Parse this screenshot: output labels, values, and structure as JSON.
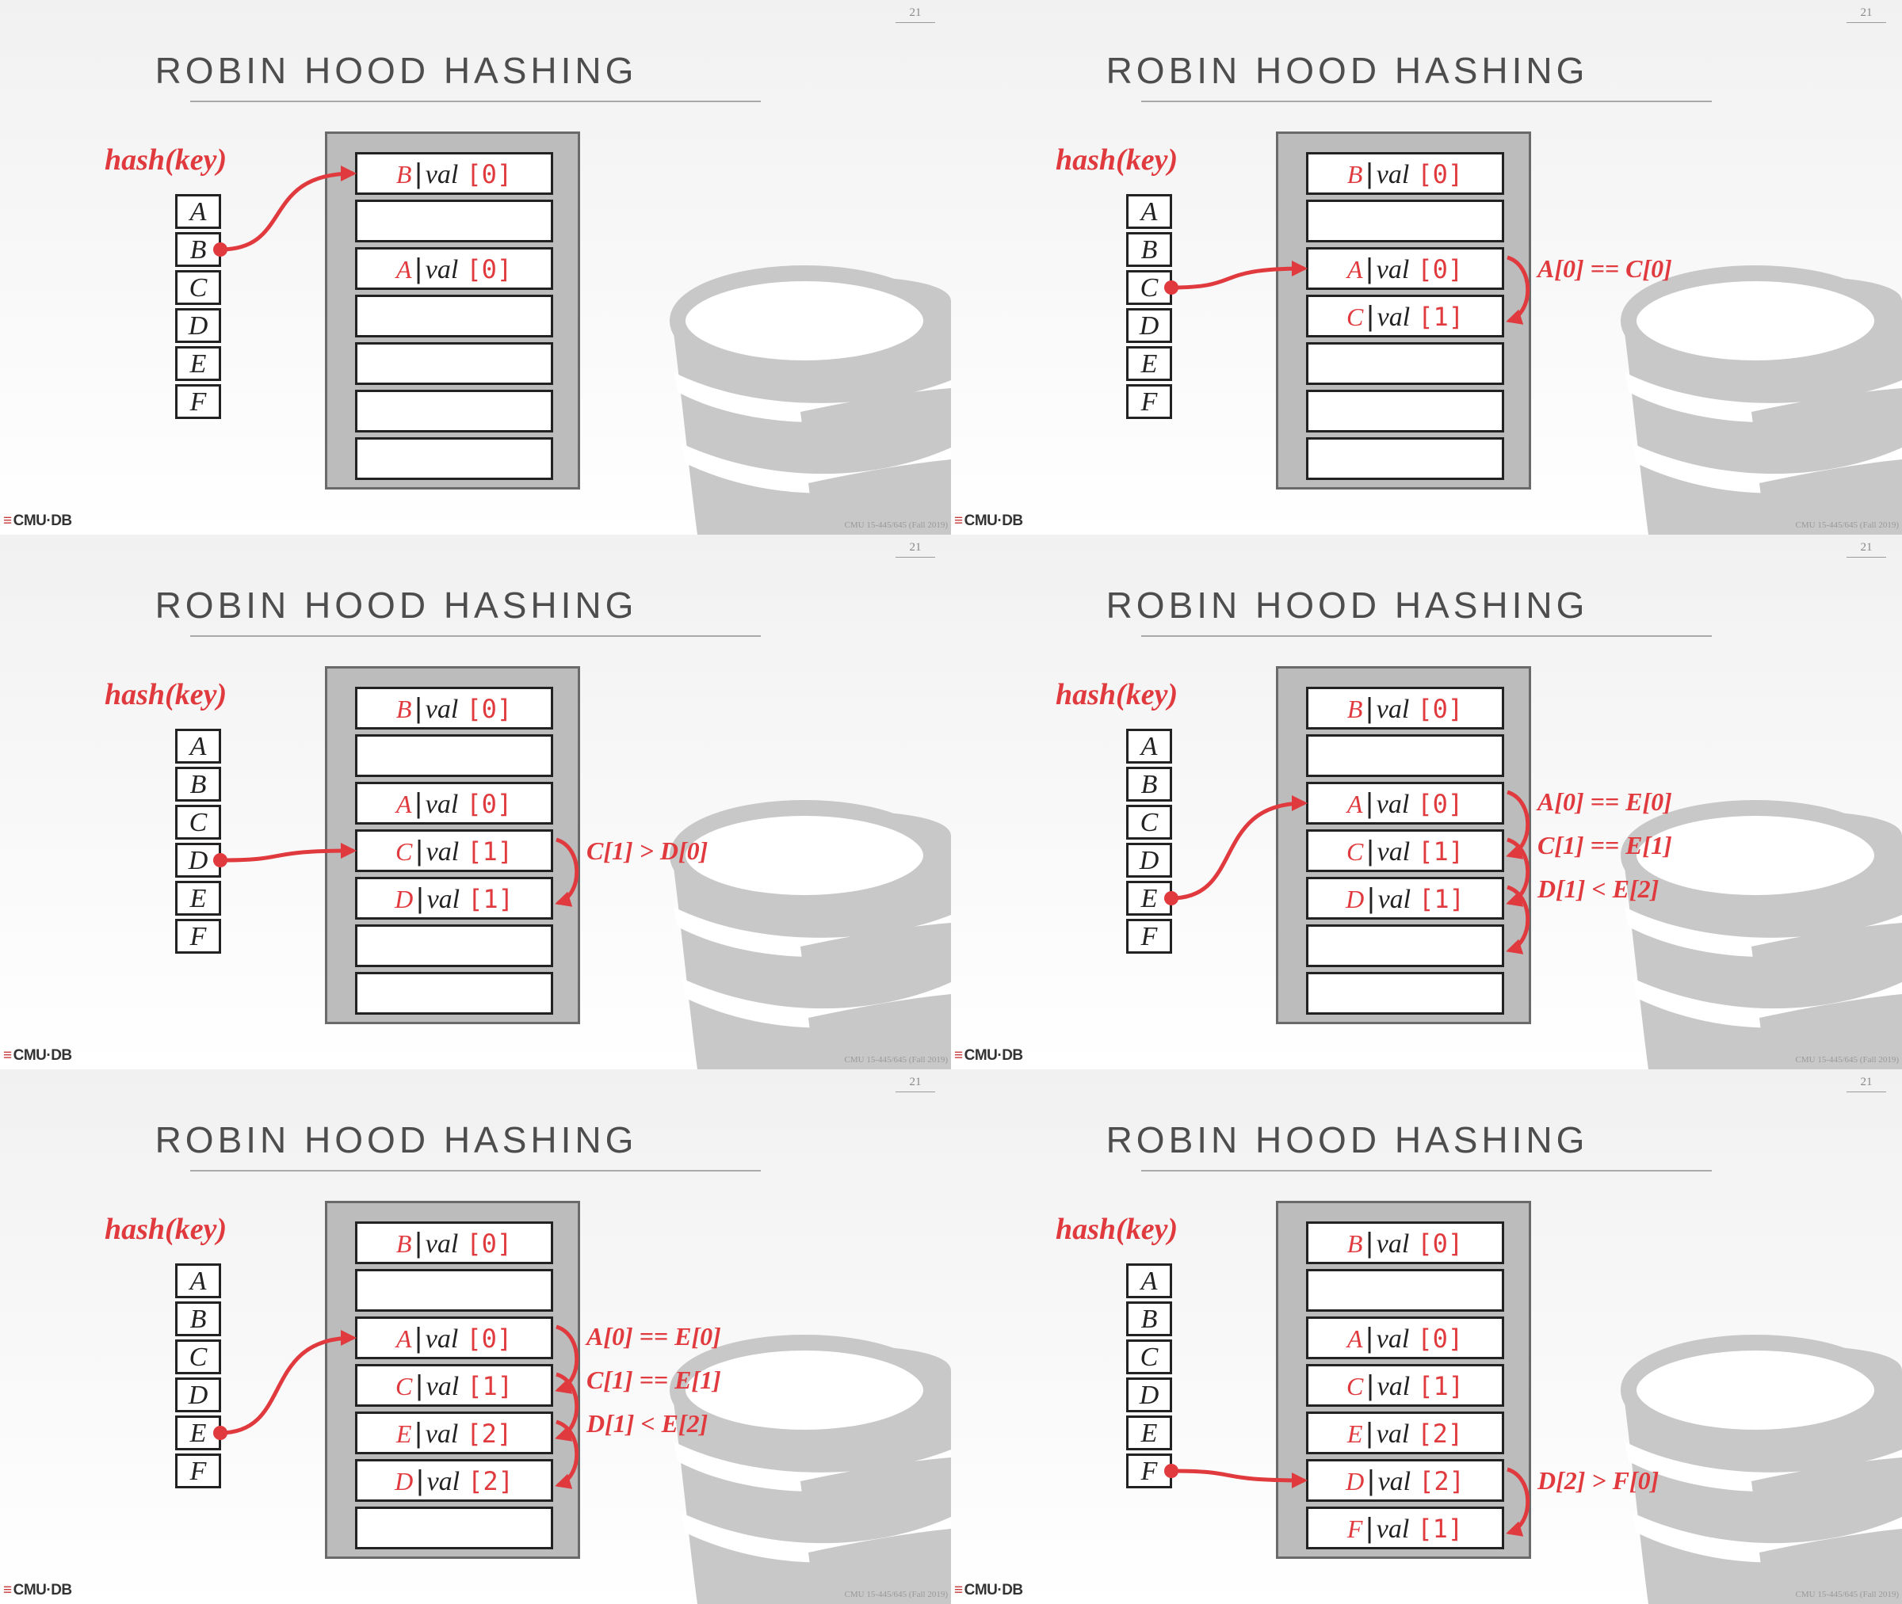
{
  "slides": [
    {
      "page_number": "21",
      "title": "ROBIN HOOD HASHING",
      "hash_label": "hash(key)",
      "keys": [
        "A",
        "B",
        "C",
        "D",
        "E",
        "F"
      ],
      "slots": [
        {
          "key": "B",
          "val": "val",
          "idx": "[0]"
        },
        null,
        {
          "key": "A",
          "val": "val",
          "idx": "[0]"
        },
        null,
        null,
        null,
        null
      ],
      "source_key": 1,
      "target_slot": 0,
      "comparisons": [],
      "logo": "CMU·DB",
      "footer": "CMU 15-445/645 (Fall 2019)"
    },
    {
      "page_number": "21",
      "title": "ROBIN HOOD HASHING",
      "hash_label": "hash(key)",
      "keys": [
        "A",
        "B",
        "C",
        "D",
        "E",
        "F"
      ],
      "slots": [
        {
          "key": "B",
          "val": "val",
          "idx": "[0]"
        },
        null,
        {
          "key": "A",
          "val": "val",
          "idx": "[0]"
        },
        {
          "key": "C",
          "val": "val",
          "idx": "[1]"
        },
        null,
        null,
        null
      ],
      "source_key": 2,
      "target_slot": 2,
      "comparisons": [
        {
          "text": "A[0] == C[0]",
          "from_slot": 2
        }
      ],
      "logo": "CMU·DB",
      "footer": "CMU 15-445/645 (Fall 2019)"
    },
    {
      "page_number": "21",
      "title": "ROBIN HOOD HASHING",
      "hash_label": "hash(key)",
      "keys": [
        "A",
        "B",
        "C",
        "D",
        "E",
        "F"
      ],
      "slots": [
        {
          "key": "B",
          "val": "val",
          "idx": "[0]"
        },
        null,
        {
          "key": "A",
          "val": "val",
          "idx": "[0]"
        },
        {
          "key": "C",
          "val": "val",
          "idx": "[1]"
        },
        {
          "key": "D",
          "val": "val",
          "idx": "[1]"
        },
        null,
        null
      ],
      "source_key": 3,
      "target_slot": 3,
      "comparisons": [
        {
          "text": "C[1] > D[0]",
          "from_slot": 3
        }
      ],
      "logo": "CMU·DB",
      "footer": "CMU 15-445/645 (Fall 2019)"
    },
    {
      "page_number": "21",
      "title": "ROBIN HOOD HASHING",
      "hash_label": "hash(key)",
      "keys": [
        "A",
        "B",
        "C",
        "D",
        "E",
        "F"
      ],
      "slots": [
        {
          "key": "B",
          "val": "val",
          "idx": "[0]"
        },
        null,
        {
          "key": "A",
          "val": "val",
          "idx": "[0]"
        },
        {
          "key": "C",
          "val": "val",
          "idx": "[1]"
        },
        {
          "key": "D",
          "val": "val",
          "idx": "[1]"
        },
        null,
        null
      ],
      "source_key": 4,
      "target_slot": 2,
      "comparisons": [
        {
          "text": "A[0] == E[0]",
          "from_slot": 2
        },
        {
          "text": "C[1] == E[1]",
          "from_slot": 3
        },
        {
          "text": "D[1] < E[2]",
          "from_slot": 4
        }
      ],
      "logo": "CMU·DB",
      "footer": "CMU 15-445/645 (Fall 2019)"
    },
    {
      "page_number": "21",
      "title": "ROBIN HOOD HASHING",
      "hash_label": "hash(key)",
      "keys": [
        "A",
        "B",
        "C",
        "D",
        "E",
        "F"
      ],
      "slots": [
        {
          "key": "B",
          "val": "val",
          "idx": "[0]"
        },
        null,
        {
          "key": "A",
          "val": "val",
          "idx": "[0]"
        },
        {
          "key": "C",
          "val": "val",
          "idx": "[1]"
        },
        {
          "key": "E",
          "val": "val",
          "idx": "[2]"
        },
        {
          "key": "D",
          "val": "val",
          "idx": "[2]"
        },
        null
      ],
      "source_key": 4,
      "target_slot": 2,
      "comparisons": [
        {
          "text": "A[0] == E[0]",
          "from_slot": 2
        },
        {
          "text": "C[1] == E[1]",
          "from_slot": 3
        },
        {
          "text": "D[1] < E[2]",
          "from_slot": 4
        }
      ],
      "logo": "CMU·DB",
      "footer": "CMU 15-445/645 (Fall 2019)"
    },
    {
      "page_number": "21",
      "title": "ROBIN HOOD HASHING",
      "hash_label": "hash(key)",
      "keys": [
        "A",
        "B",
        "C",
        "D",
        "E",
        "F"
      ],
      "slots": [
        {
          "key": "B",
          "val": "val",
          "idx": "[0]"
        },
        null,
        {
          "key": "A",
          "val": "val",
          "idx": "[0]"
        },
        {
          "key": "C",
          "val": "val",
          "idx": "[1]"
        },
        {
          "key": "E",
          "val": "val",
          "idx": "[2]"
        },
        {
          "key": "D",
          "val": "val",
          "idx": "[2]"
        },
        {
          "key": "F",
          "val": "val",
          "idx": "[1]"
        }
      ],
      "source_key": 5,
      "target_slot": 5,
      "comparisons": [
        {
          "text": "D[2] > F[0]",
          "from_slot": 5
        }
      ],
      "logo": "CMU·DB",
      "footer": "CMU 15-445/645 (Fall 2019)"
    }
  ],
  "colors": {
    "accent": "#e03a3e",
    "text": "#222222",
    "table_bg": "#bcbcbc",
    "deco": "#c8c8c8"
  }
}
